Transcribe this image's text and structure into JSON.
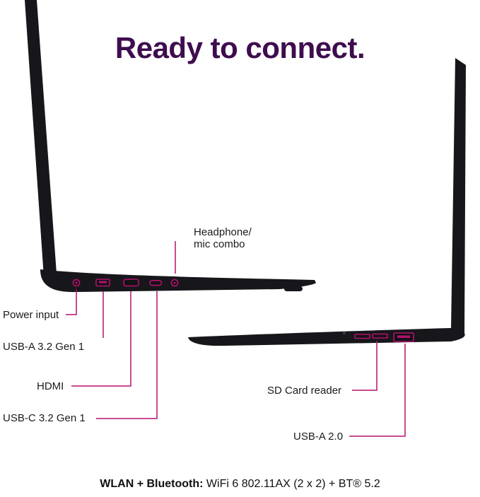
{
  "title": "Ready to connect.",
  "callouts": {
    "headphone_line1": "Headphone/",
    "headphone_line2": "mic combo",
    "power": "Power input",
    "usb_a_32": "USB-A 3.2 Gen 1",
    "hdmi": "HDMI",
    "usb_c_32": "USB-C 3.2 Gen 1",
    "sd_card": "SD Card reader",
    "usb_a_20": "USB-A 2.0"
  },
  "ports": {
    "left": [
      "power",
      "usb-a",
      "hdmi",
      "usb-c",
      "headphone"
    ],
    "right": [
      "sd-card",
      "usb-a"
    ]
  },
  "footer": {
    "label": "WLAN + Bluetooth:",
    "value": "WiFi 6 802.11AX (2 x 2) + BT® 5.2"
  },
  "colors": {
    "accent": "#b5106e",
    "title": "#3e0d4e",
    "laptop": "#17171b"
  }
}
